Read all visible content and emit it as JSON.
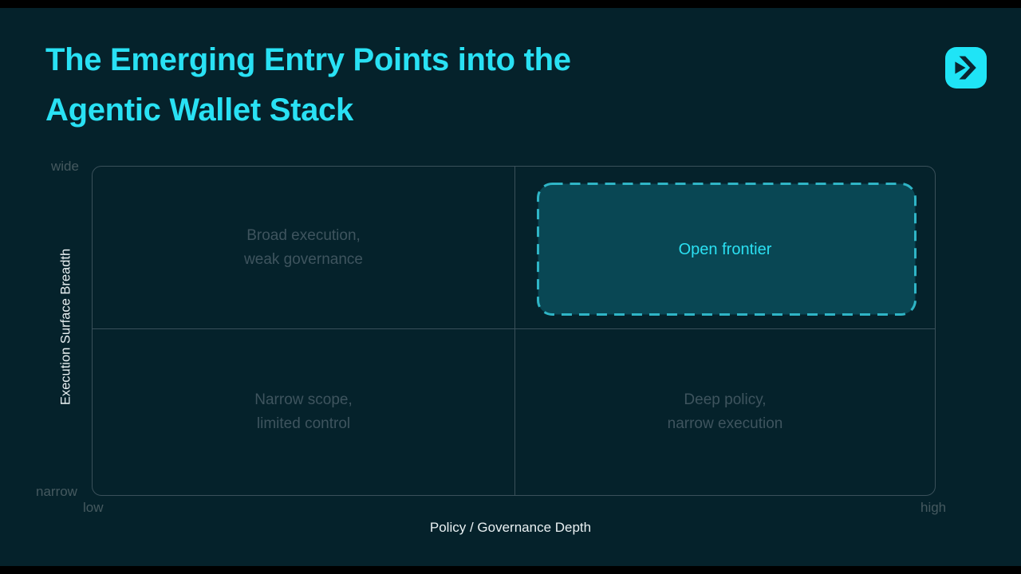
{
  "colors": {
    "background": "#05222b",
    "letterbox": "#000000",
    "title_text": "#29e1f4",
    "logo_background": "#1fe4f6",
    "logo_glyph": "#0a2530",
    "frame_border": "#3a505a",
    "muted_quadrant_text": "#3e545e",
    "tick_text": "#45595f",
    "axis_title_text": "#eaf1f3",
    "highlight_fill": "#094754",
    "highlight_border": "#2fb5c6",
    "highlight_text": "#2be0f2"
  },
  "header": {
    "title_line1": "The Emerging Entry Points into the",
    "title_line2": "Agentic Wallet Stack",
    "logo_icon": "forward-arrow-icon"
  },
  "quadrant_chart": {
    "type": "quadrant-matrix",
    "y_axis": {
      "label": "Execution Surface Breadth",
      "top_tick": "wide",
      "bottom_tick": "narrow"
    },
    "x_axis": {
      "label": "Policy / Governance Depth",
      "left_tick": "low",
      "right_tick": "high"
    },
    "quadrants": {
      "top_left": {
        "line1": "Broad execution,",
        "line2": "weak governance",
        "highlighted": false
      },
      "top_right": {
        "label": "Open frontier",
        "highlighted": true
      },
      "bottom_left": {
        "line1": "Narrow scope,",
        "line2": "limited control",
        "highlighted": false
      },
      "bottom_right": {
        "line1": "Deep policy,",
        "line2": "narrow execution",
        "highlighted": false
      }
    }
  }
}
